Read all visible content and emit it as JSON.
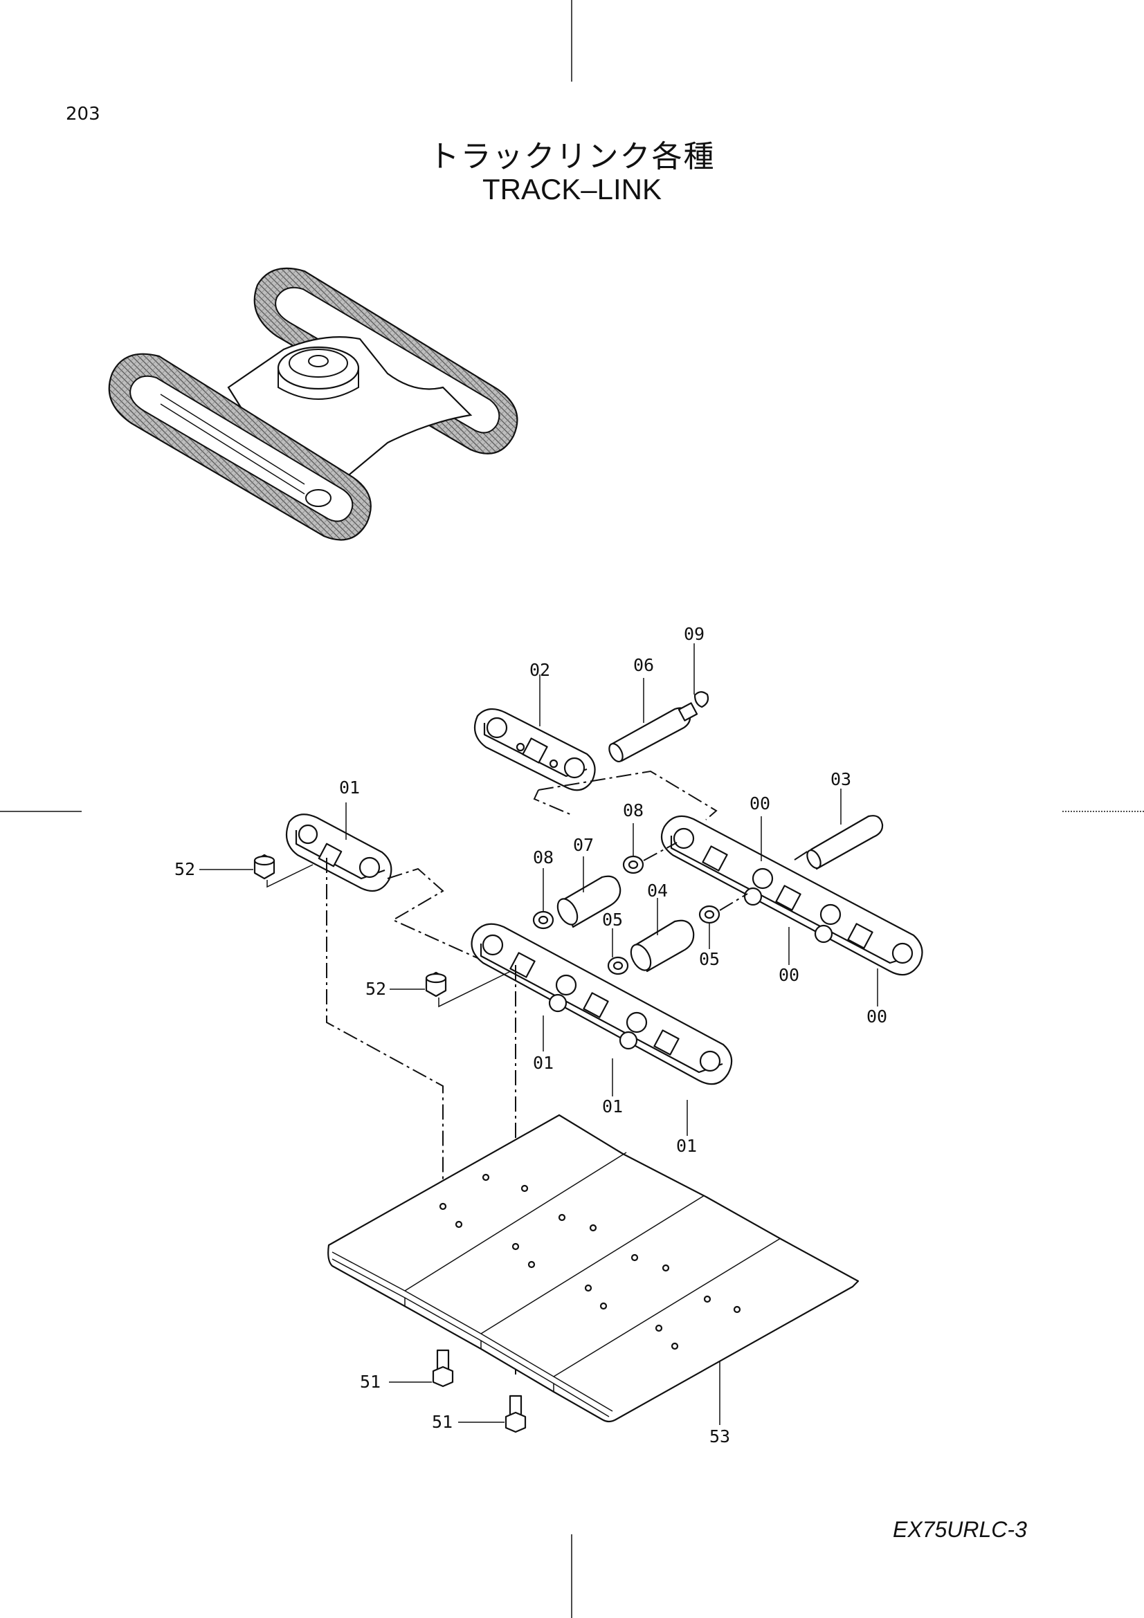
{
  "page_number": "203",
  "title_ja": "トラックリンク各種",
  "title_en": "TRACK–LINK",
  "model_code": "EX75URLC-3",
  "part_labels": {
    "l00_a": "00",
    "l00_b": "00",
    "l00_c": "00",
    "l01_a": "01",
    "l01_b": "01",
    "l01_c": "01",
    "l01_d": "01",
    "l02": "02",
    "l03": "03",
    "l04": "04",
    "l05_a": "05",
    "l05_b": "05",
    "l06": "06",
    "l07": "07",
    "l08_a": "08",
    "l08_b": "08",
    "l09": "09",
    "l51_a": "51",
    "l51_b": "51",
    "l52_a": "52",
    "l52_b": "52",
    "l53": "53"
  }
}
